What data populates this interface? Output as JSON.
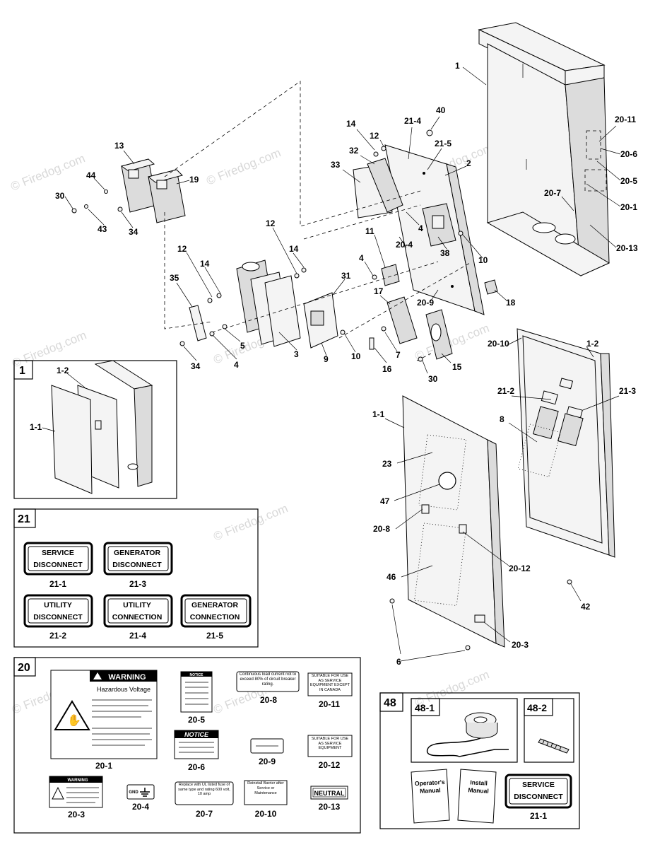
{
  "watermark": "© Firedog.com",
  "main_callouts": [
    "1",
    "20-11",
    "20-6",
    "20-5",
    "20-1",
    "20-7",
    "20-13",
    "40",
    "21-4",
    "12",
    "21-5",
    "14",
    "32",
    "2",
    "33",
    "13",
    "44",
    "19",
    "30",
    "43",
    "34",
    "12",
    "14",
    "11",
    "4",
    "20-4",
    "38",
    "10",
    "18",
    "12",
    "14",
    "35",
    "31",
    "4",
    "20-9",
    "17",
    "3",
    "9",
    "10",
    "5",
    "4",
    "34",
    "7",
    "16",
    "15",
    "30",
    "20-10",
    "1-2",
    "21-2",
    "21-3",
    "8",
    "1-1",
    "23",
    "47",
    "20-8",
    "20-12",
    "46",
    "20-3",
    "42",
    "6"
  ],
  "box1": {
    "number": "1",
    "labels": [
      "1-2",
      "1-1"
    ]
  },
  "box21": {
    "number": "21",
    "labels": [
      {
        "line1": "SERVICE",
        "line2": "DISCONNECT",
        "code": "21-1"
      },
      {
        "line1": "GENERATOR",
        "line2": "DISCONNECT",
        "code": "21-3"
      },
      {
        "line1": "UTILITY",
        "line2": "DISCONNECT",
        "code": "21-2"
      },
      {
        "line1": "UTILITY",
        "line2": "CONNECTION",
        "code": "21-4"
      },
      {
        "line1": "GENERATOR",
        "line2": "CONNECTION",
        "code": "21-5"
      }
    ]
  },
  "box20": {
    "number": "20",
    "warning_title": "WARNING",
    "warning_subtitle": "Hazardous Voltage",
    "warning_code": "20-1",
    "decals": [
      {
        "code": "20-5",
        "title": "NOTICE"
      },
      {
        "code": "20-8",
        "text": "Continuous load current not to exceed 80% of circuit breaker rating."
      },
      {
        "code": "20-11",
        "text": "SUITABLE FOR USE AS SERVICE EQUIPMENT EXCEPT IN CANADA"
      },
      {
        "code": "20-6",
        "title": "NOTICE"
      },
      {
        "code": "20-9"
      },
      {
        "code": "20-12",
        "text": "SUITABLE FOR USE AS SERVICE EQUIPMENT"
      },
      {
        "code": "20-3",
        "title": "WARNING"
      },
      {
        "code": "20-4",
        "text": "GND"
      },
      {
        "code": "20-7",
        "text": "Replace with UL listed fuse of same type and rating 600 volt, 10 amp"
      },
      {
        "code": "20-10",
        "text": "Reinstall Barrier after Service or Maintenance"
      },
      {
        "code": "20-13",
        "text": "NEUTRAL"
      }
    ]
  },
  "box48": {
    "number": "48",
    "sub1": "48-1",
    "sub2": "48-2",
    "manual1": "Operator's Manual",
    "manual2": "Install Manual",
    "label_line1": "SERVICE",
    "label_line2": "DISCONNECT",
    "label_code": "21-1"
  }
}
